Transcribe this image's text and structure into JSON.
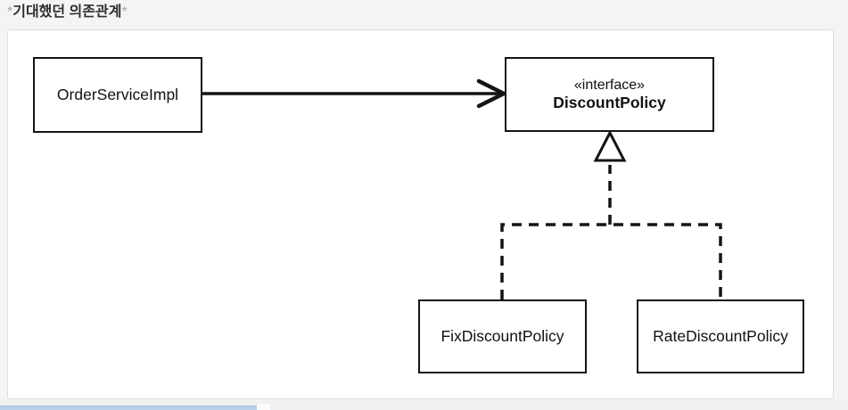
{
  "page": {
    "title_prefix": "*",
    "title": "기대했던 의존관계",
    "title_suffix": "*"
  },
  "diagram": {
    "nodes": [
      {
        "id": "order-service-impl",
        "label": "OrderServiceImpl"
      },
      {
        "id": "discount-policy",
        "stereotype": "«interface»",
        "label": "DiscountPolicy"
      },
      {
        "id": "fix-discount-policy",
        "label": "FixDiscountPolicy"
      },
      {
        "id": "rate-discount-policy",
        "label": "RateDiscountPolicy"
      }
    ],
    "edges": [
      {
        "from": "OrderServiceImpl",
        "to": "DiscountPolicy",
        "type": "dependency",
        "style": "solid-open-arrow"
      },
      {
        "from": "FixDiscountPolicy",
        "to": "DiscountPolicy",
        "type": "realization",
        "style": "dashed-hollow-triangle"
      },
      {
        "from": "RateDiscountPolicy",
        "to": "DiscountPolicy",
        "type": "realization",
        "style": "dashed-hollow-triangle"
      }
    ],
    "colors": {
      "line": "#141414",
      "box_border": "#141414",
      "box_fill": "#ffffff",
      "canvas_bg": "#ffffff",
      "canvas_border": "#dcdcdc"
    }
  },
  "bottom_bar": {
    "color": "#b7d1ea"
  }
}
